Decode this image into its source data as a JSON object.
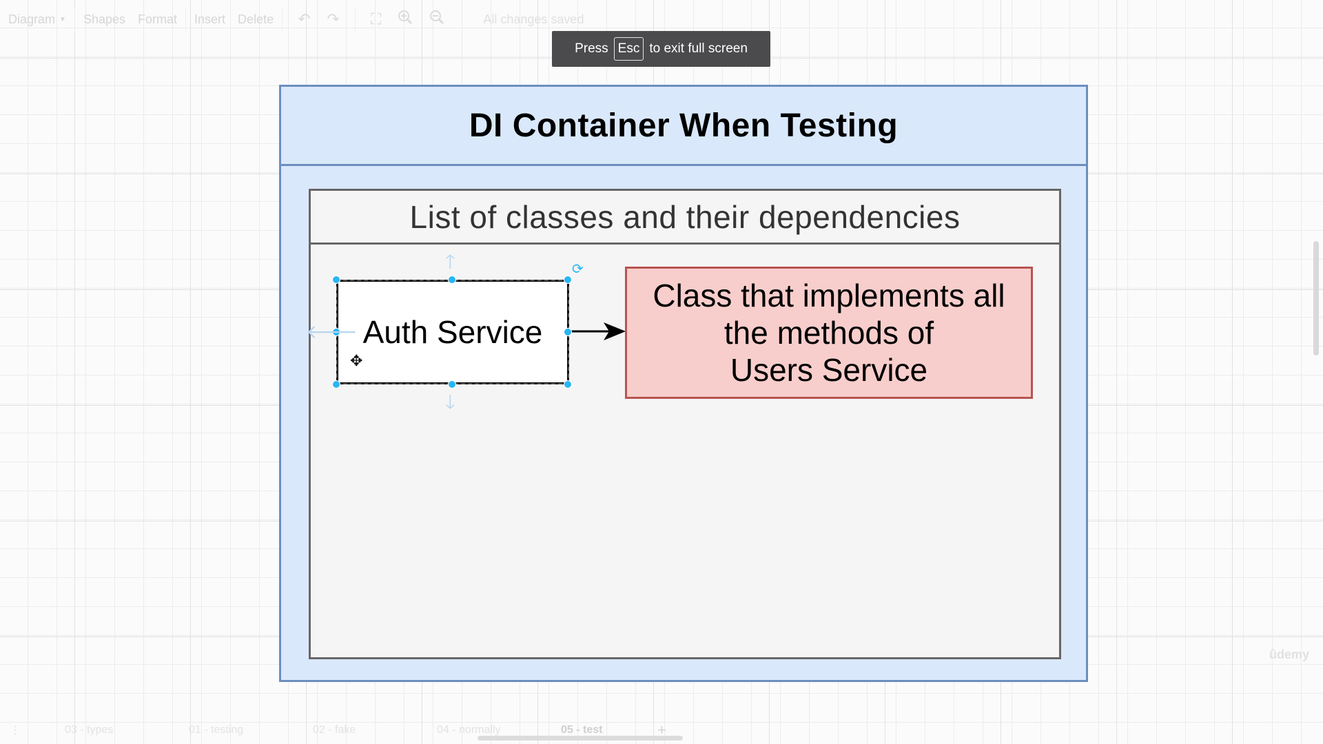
{
  "toolbar": {
    "diagram_menu": "Diagram",
    "shapes": "Shapes",
    "format": "Format",
    "insert": "Insert",
    "delete": "Delete",
    "status": "All changes saved",
    "icons": [
      "undo-icon",
      "redo-icon",
      "fullscreen-icon",
      "zoom-in-icon",
      "zoom-out-icon"
    ]
  },
  "toast": {
    "press": "Press",
    "key": "Esc",
    "suffix": "to exit full screen"
  },
  "diagram": {
    "outer_title": "DI Container When Testing",
    "inner_title": "List of classes and their dependencies",
    "auth_service": "Auth Service",
    "dependency_lines": [
      "Class that implements all",
      "the methods of",
      "Users Service"
    ],
    "colors": {
      "outer_fill": "#dae8fc",
      "outer_stroke": "#6c8ebf",
      "inner_fill": "#f5f5f5",
      "inner_stroke": "#666666",
      "dependency_fill": "#f8cecc",
      "dependency_stroke": "#b85450",
      "selection_handle": "#29b6f2"
    }
  },
  "watermark": "ûdemy",
  "pages": {
    "tabs": [
      "03 - types",
      "01 - testing",
      "02 - fake",
      "04 - normally",
      "05 - test"
    ],
    "active": "05 - test"
  }
}
